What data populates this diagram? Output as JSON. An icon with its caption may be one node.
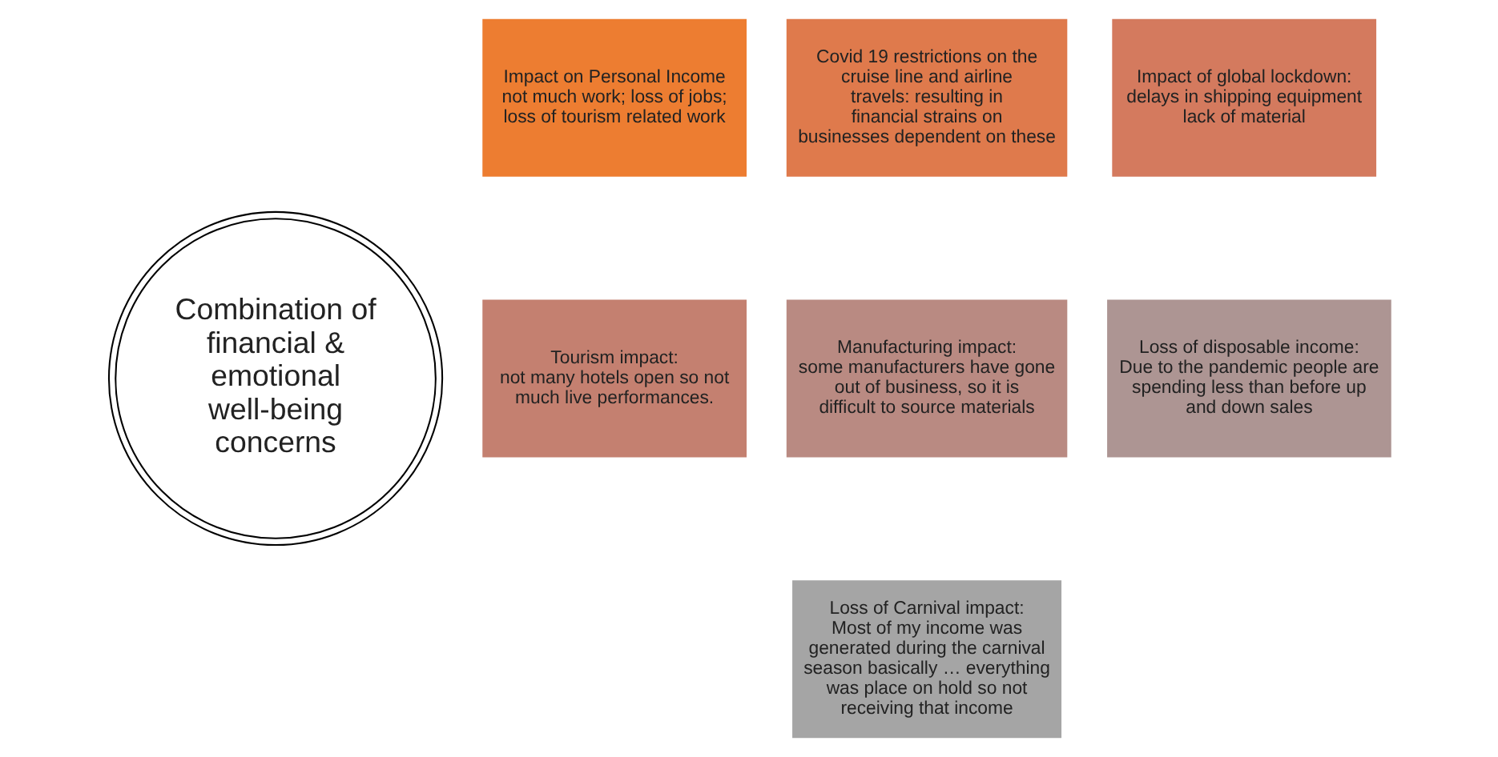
{
  "diagram": {
    "nodes": [
      {
        "text": [
          "Combination of financial & emotional well-being concerns"
        ]
      },
      {
        "text": [
          "Impact on Personal Income",
          "not much work; loss of jobs; loss of tourism related work"
        ]
      },
      {
        "text": [
          "Covid 19 restrictions on the cruise line and airline travels: resulting in financial strains on businesses dependent on these"
        ]
      },
      {
        "text": [
          "Impact of global lockdown:",
          "delays in shipping equipment lack of material"
        ]
      },
      {
        "text": [
          "Tourism impact:",
          "not many hotels open so not much live performances."
        ]
      },
      {
        "text": [
          "Manufacturing impact:",
          "some manufacturers have gone out of business, so it is difficult to source materials"
        ]
      },
      {
        "text": [
          "Loss of disposable income:",
          "Due to the pandemic people are spending less than before up and down sales"
        ]
      },
      {
        "text": [
          "Loss of Carnival impact:",
          "Most of my income was generated during the carnival season basically … everything was place on hold so not receiving that income"
        ]
      }
    ],
    "edges": []
  }
}
